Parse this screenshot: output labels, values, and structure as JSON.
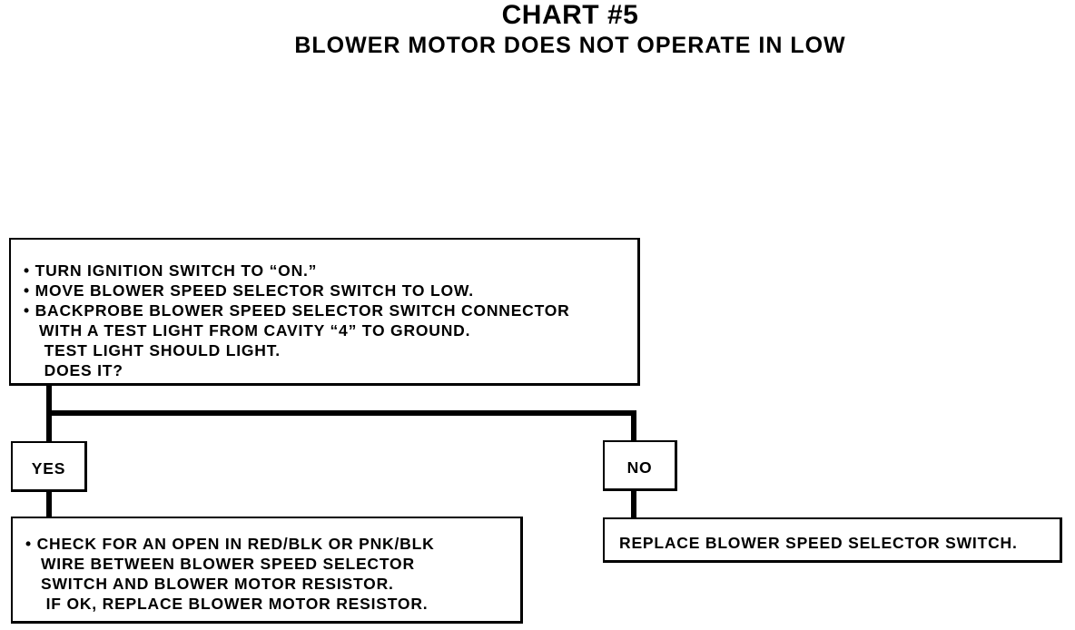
{
  "header": {
    "title": "CHART #5",
    "subtitle": "BLOWER MOTOR DOES NOT OPERATE IN LOW"
  },
  "start_box": {
    "lines": [
      "• TURN IGNITION SWITCH TO “ON.”",
      "• MOVE BLOWER SPEED SELECTOR SWITCH TO LOW.",
      "• BACKPROBE BLOWER SPEED SELECTOR SWITCH CONNECTOR",
      "   WITH A TEST LIGHT FROM CAVITY “4” TO GROUND.",
      "    TEST LIGHT SHOULD LIGHT.",
      "    DOES IT?"
    ]
  },
  "yes_box": {
    "label": "YES"
  },
  "no_box": {
    "label": "NO"
  },
  "yes_action_box": {
    "lines": [
      "• CHECK FOR AN OPEN IN RED/BLK OR PNK/BLK",
      "   WIRE BETWEEN BLOWER SPEED SELECTOR",
      "   SWITCH AND BLOWER MOTOR RESISTOR.",
      "    IF OK, REPLACE BLOWER MOTOR RESISTOR."
    ]
  },
  "no_action_box": {
    "label": "REPLACE BLOWER SPEED SELECTOR SWITCH."
  },
  "colors": {
    "ink": "#000000",
    "paper": "#ffffff"
  }
}
